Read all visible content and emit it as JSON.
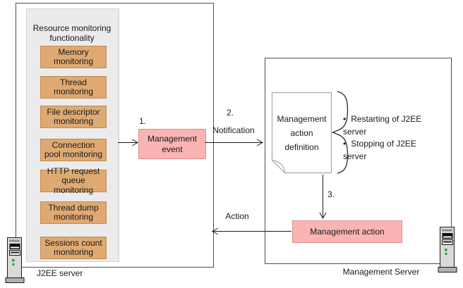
{
  "j2ee_server": {
    "label": "J2EE server",
    "panel": {
      "title": "Resource monitoring\nfunctionality",
      "monitors": [
        "Memory\nmonitoring",
        "Thread\nmonitoring",
        "File descriptor\nmonitoring",
        "Connection\npool monitoring",
        "HTTP request\nqueue monitoring",
        "Thread dump\nmonitoring",
        "Sessions count\nmonitoring"
      ]
    },
    "event_box": "Management\nevent"
  },
  "flow": {
    "step1": "1.",
    "step2": "2.",
    "step2_label": "Notification",
    "step3": "3.",
    "action_label": "Action"
  },
  "management_server": {
    "label": "Management Server",
    "document": "Management\naction\ndefinition",
    "bullet": "•",
    "actions": [
      "Restarting of J2EE server",
      "Stopping of J2EE server"
    ],
    "action_box": "Management action"
  },
  "colors": {
    "monitor_box_fill": "#dfa972",
    "monitor_box_border": "#bf8a55",
    "event_box_fill": "#fab4b3",
    "event_box_border": "#d88f8f",
    "panel_fill": "#ebebeb",
    "main_box_border": "#4d4d4d",
    "document_border": "#a8a8a8",
    "led_green": "#2e9e40",
    "text": "#1a1a1a"
  }
}
